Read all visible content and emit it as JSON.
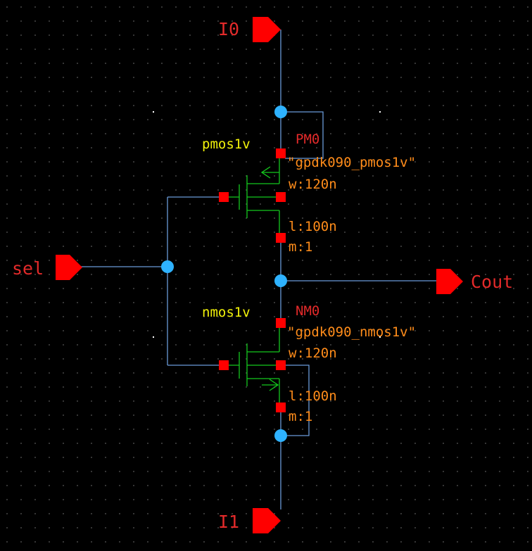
{
  "pins": {
    "i0": "I0",
    "i1": "I1",
    "sel": "sel",
    "cout": "Cout"
  },
  "pmos": {
    "cell": "pmos1v",
    "instance": "PM0",
    "model": "\"gpdk090_pmos1v\"",
    "width": "w:120n",
    "length": "l:100n",
    "multiplier": "m:1"
  },
  "nmos": {
    "cell": "nmos1v",
    "instance": "NM0",
    "model": "\"gpdk090_nmos1v\"",
    "width": "w:120n",
    "length": "l:100n",
    "multiplier": "m:1"
  },
  "colors": {
    "background": "#000000",
    "wire": "#6a9ad8",
    "pin": "#ff0000",
    "pin_text": "#e32a2a",
    "device": "#14c81e",
    "terminal": "#ff0000",
    "junction": "#2eb2ff",
    "cell_text": "#f2f20a",
    "property_text": "#ff8c1a",
    "instance_text": "#e32a2a"
  }
}
